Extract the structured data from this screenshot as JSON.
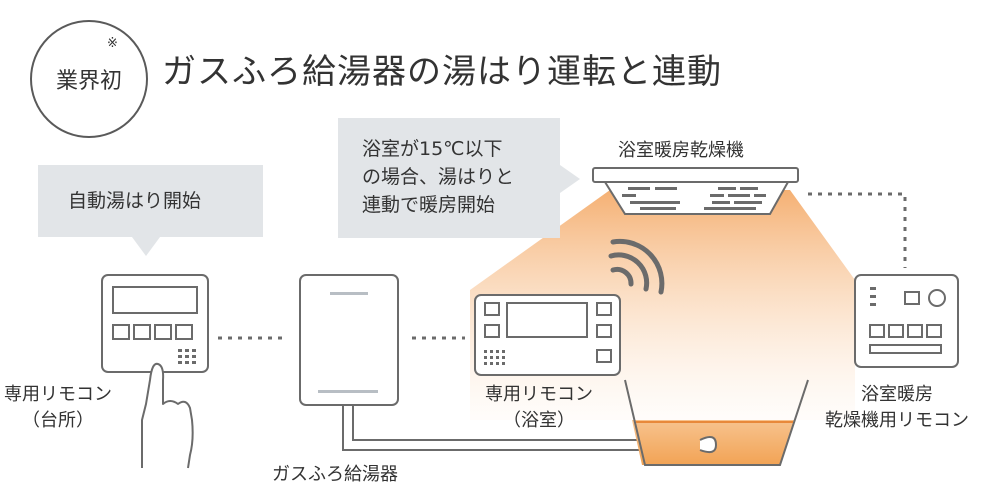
{
  "badge": {
    "label": "業界初",
    "mark": "※"
  },
  "title": "ガスふろ給湯器の湯はり運転と連動",
  "bubble_left": {
    "text": "自動湯はり開始"
  },
  "bubble_center": {
    "lines": [
      "浴室が15℃以下",
      "の場合、湯はりと",
      "連動で暖房開始"
    ]
  },
  "devices": {
    "dryer": {
      "label": "浴室暖房乾燥機"
    },
    "remote_kitchen": {
      "lines": [
        "専用リモコン",
        "（台所）"
      ]
    },
    "heater": {
      "label": "ガスふろ給湯器"
    },
    "remote_bath": {
      "lines": [
        "専用リモコン",
        "（浴室）"
      ]
    },
    "dryer_remote": {
      "lines": [
        "浴室暖房",
        "乾燥機用リモコン"
      ]
    }
  },
  "colors": {
    "bubble": "#e2e5e8",
    "stroke": "#6b6b6b",
    "warm": "#f3a25a",
    "water": "#f2a355"
  }
}
